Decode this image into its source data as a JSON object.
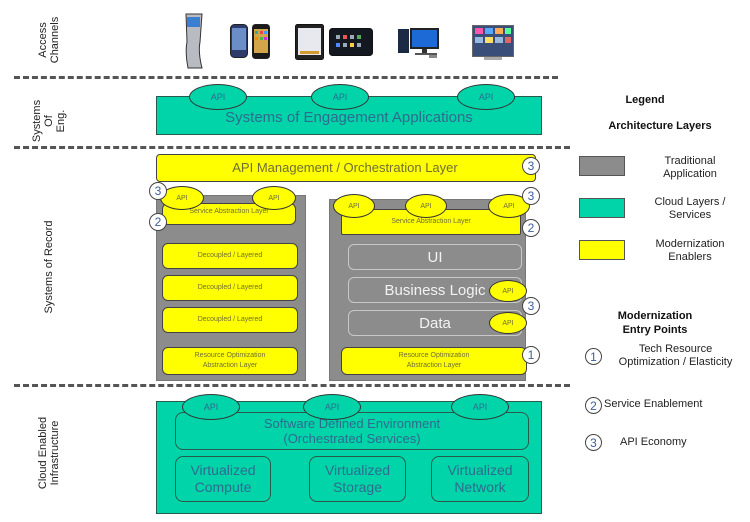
{
  "rows": {
    "access_channels": "Access\nChannels",
    "systems_of_engagement": "Systems\nOf\nEng.",
    "systems_of_record": "Systems of Record",
    "cloud_infrastructure": "Cloud Enabled\nInfrastructure"
  },
  "devices": [
    "kiosk-icon",
    "android-phone-icon",
    "iphone-icon",
    "ipad-icon",
    "tablet-icon",
    "desktop-computer-icon",
    "smart-tv-icon"
  ],
  "engagement": {
    "title": "Systems of Engagement Applications",
    "api_labels": [
      "API",
      "API",
      "API"
    ]
  },
  "record": {
    "api_management": "API Management / Orchestration Layer",
    "left_stack": {
      "api_labels": [
        "API",
        "API"
      ],
      "service_abstraction": "Service Abstraction Layer",
      "layers": [
        "Decoupled / Layered",
        "Decoupled / Layered",
        "Decoupled / Layered"
      ],
      "resource_opt": "Resource Optimization\nAbstraction Layer"
    },
    "right_stack": {
      "api_labels": [
        "API",
        "API",
        "API"
      ],
      "service_abstraction": "Service Abstraction Layer",
      "tiers": [
        "UI",
        "Business Logic",
        "Data"
      ],
      "tier_api_labels": [
        "API",
        "API"
      ],
      "resource_opt": "Resource Optimization\nAbstraction Layer"
    }
  },
  "infrastructure": {
    "sde_title": "Software Defined Environment\n(Orchestrated Services)",
    "api_labels": [
      "API",
      "API",
      "API"
    ],
    "virtualized": [
      "Virtualized\nCompute",
      "Virtualized\nStorage",
      "Virtualized\nNetwork"
    ]
  },
  "entry_markers": {
    "one": "1",
    "two": "2",
    "three": "3"
  },
  "legend": {
    "title": "Legend",
    "layers_title": "Architecture Layers",
    "layers": [
      {
        "label": "Traditional\nApplication",
        "color": "#8c8c8c"
      },
      {
        "label": "Cloud Layers /\nServices",
        "color": "#00d4a8"
      },
      {
        "label": "Modernization\nEnablers",
        "color": "#ffff00"
      }
    ],
    "entry_title": "Modernization\nEntry Points",
    "entries": [
      {
        "num": "1",
        "label": "Tech Resource\nOptimization / Elasticity"
      },
      {
        "num": "2",
        "label": "Service Enablement"
      },
      {
        "num": "3",
        "label": "API Economy"
      }
    ]
  }
}
